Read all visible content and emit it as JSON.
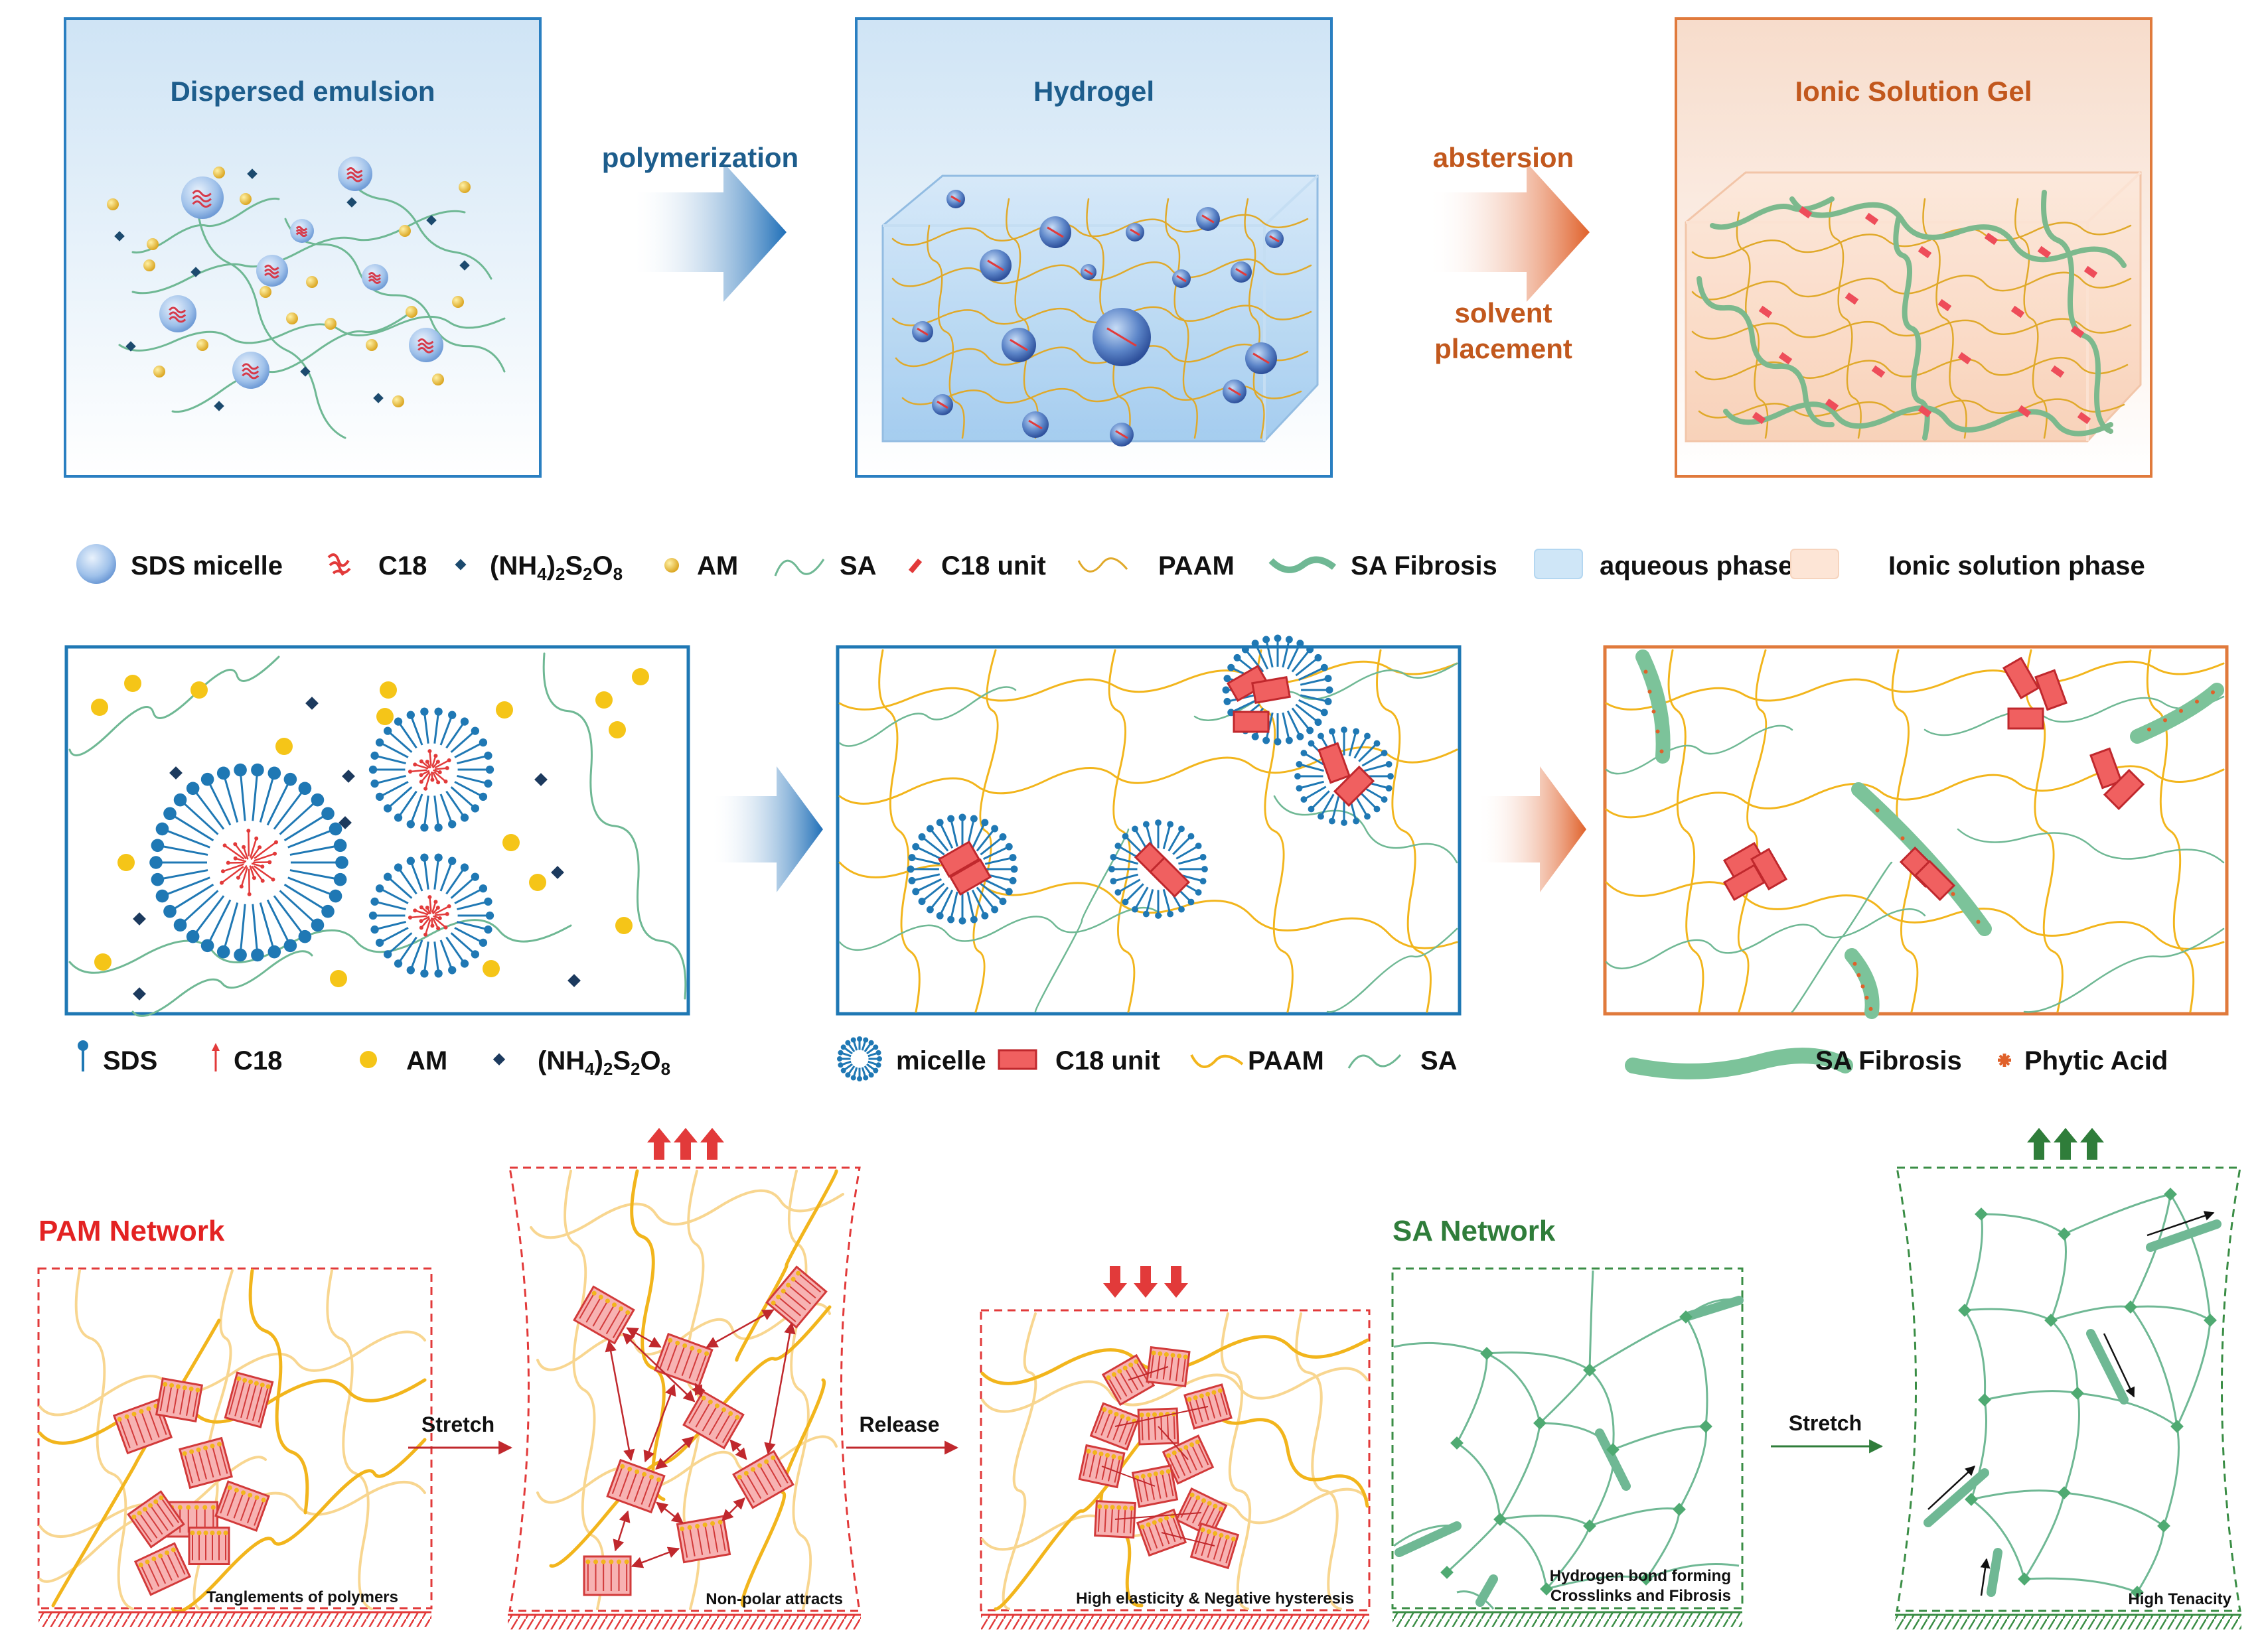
{
  "row1": {
    "panel1_title": "Dispersed emulsion",
    "panel2_title": "Hydrogel",
    "panel3_title": "Ionic Solution Gel",
    "arrow1_label": "polymerization",
    "arrow2_label1": "abstersion",
    "arrow2_label2a": "solvent",
    "arrow2_label2b": "placement"
  },
  "legend1": {
    "sds_micelle": "SDS micelle",
    "c18": "C18",
    "aps_a": "(NH",
    "aps_4": "4",
    "aps_b": ")",
    "aps_2": "2",
    "aps_c": "S",
    "aps_2b": "2",
    "aps_d": "O",
    "aps_8": "8",
    "am": "AM",
    "sa": "SA",
    "c18_unit": "C18 unit",
    "paam": "PAAM",
    "sa_fibrosis": "SA Fibrosis",
    "aqueous": "aqueous phase",
    "ionic": "Ionic solution  phase"
  },
  "legend2": {
    "sds": "SDS",
    "c18": "C18",
    "am": "AM",
    "micelle": "micelle",
    "c18_unit": "C18 unit",
    "paam": "PAAM",
    "sa": "SA",
    "sa_fibrosis": "SA Fibrosis",
    "phytic": "Phytic Acid"
  },
  "row3": {
    "pam_title": "PAM Network",
    "sa_title": "SA Network",
    "stretch1": "Stretch",
    "release": "Release",
    "stretch2": "Stretch",
    "cap1": "Tanglements of polymers",
    "cap2": "Non-polar attracts",
    "cap3": "High elasticity &  Negative hysteresis",
    "cap4a": "Hydrogen bond forming",
    "cap4b": "Crosslinks and Fibrosis",
    "cap5": "High Tenacity"
  },
  "colors": {
    "blue_frame": "#2a7fc1",
    "orange_frame": "#e07a3c",
    "title_blue": "#1d5d8c",
    "title_orange": "#c2581d",
    "paam": "#f2b51c",
    "sa": "#6fb894",
    "sa_dark": "#2f8a4a",
    "red": "#e23a3a",
    "sds_blue": "#1f78b4",
    "navy": "#1c4a6e",
    "pam_title": "#e32222",
    "sa_title": "#2f7d3a"
  }
}
